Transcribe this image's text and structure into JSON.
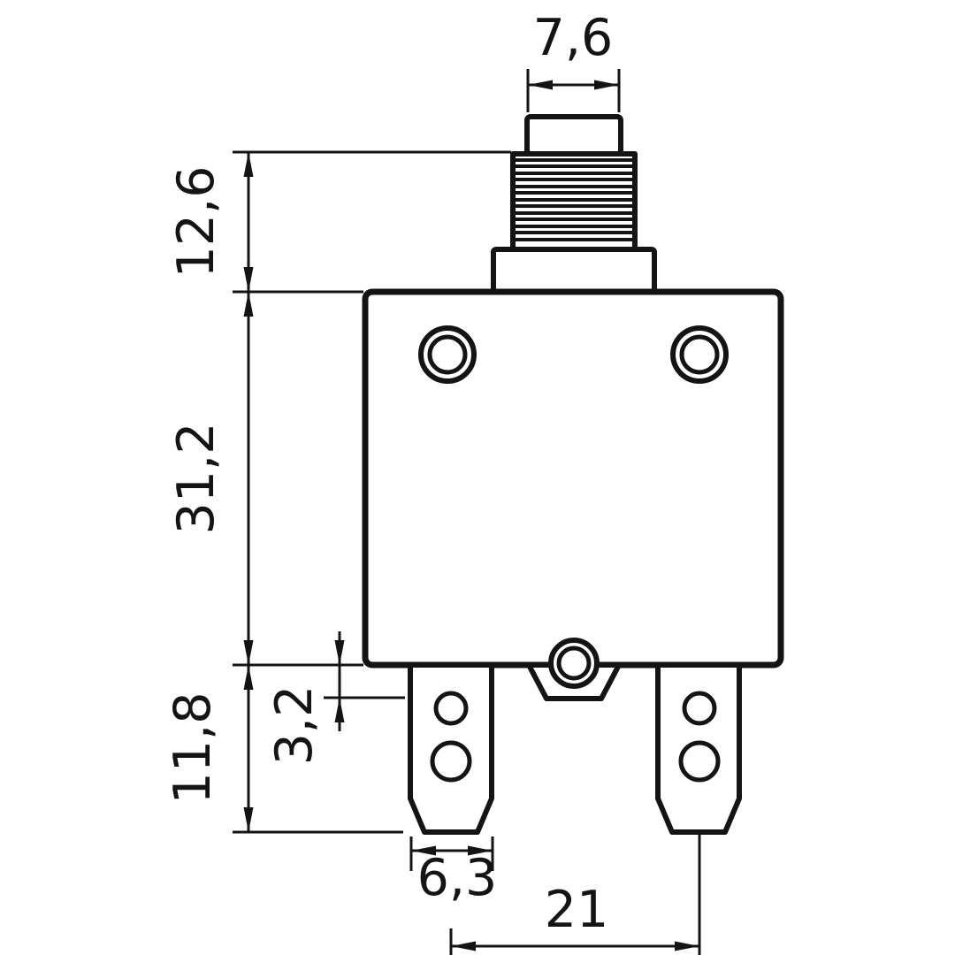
{
  "drawing": {
    "labels": {
      "button_width": "7,6",
      "stem_height": "12,6",
      "body_height": "31,2",
      "terminal_length": "11,8",
      "tab_offset": "3,2",
      "blade_width": "6,3",
      "terminal_spacing": "21"
    }
  }
}
